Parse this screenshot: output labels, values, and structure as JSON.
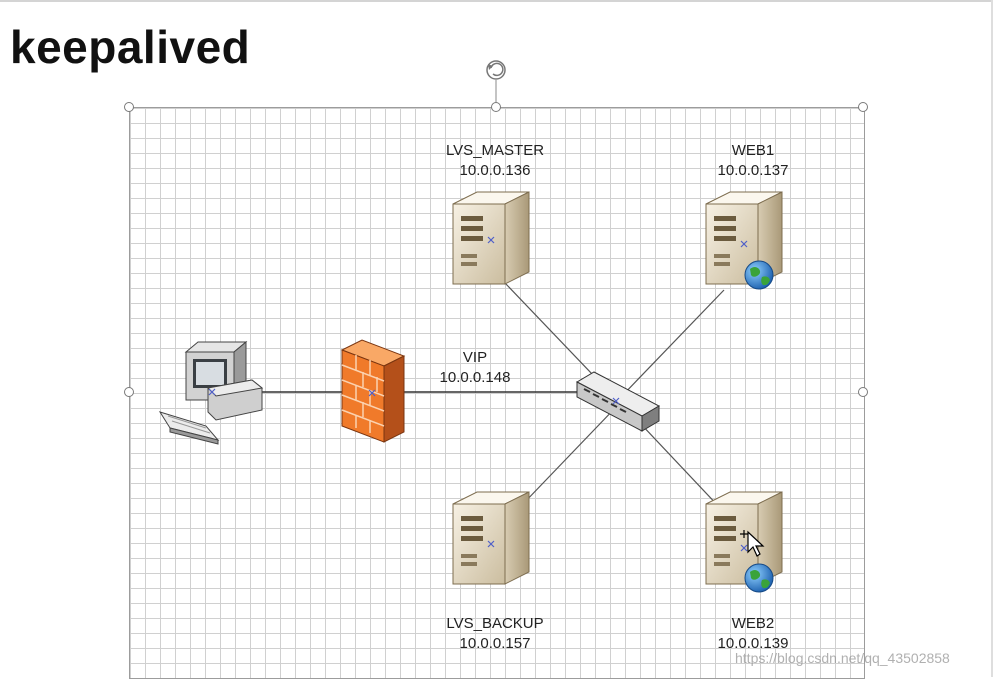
{
  "slide": {
    "title": "keepalived"
  },
  "nodes": {
    "lvs_master": {
      "name": "LVS_MASTER",
      "ip": "10.0.0.136"
    },
    "web1": {
      "name": "WEB1",
      "ip": "10.0.0.137"
    },
    "vip": {
      "name": "VIP",
      "ip": "10.0.0.148"
    },
    "lvs_backup": {
      "name": "LVS_BACKUP",
      "ip": "10.0.0.157"
    },
    "web2": {
      "name": "WEB2",
      "ip": "10.0.0.139"
    }
  },
  "icons": {
    "client": "desktop-computer-icon",
    "firewall": "firewall-icon",
    "switch": "network-switch-icon",
    "server": "server-tower-icon",
    "web": "globe-icon"
  },
  "colors": {
    "firewall": "#f07a2a",
    "server_body": "#e3d8c4",
    "globe": "#2e7fd1"
  },
  "watermark": "https://blog.csdn.net/qq_43502858"
}
